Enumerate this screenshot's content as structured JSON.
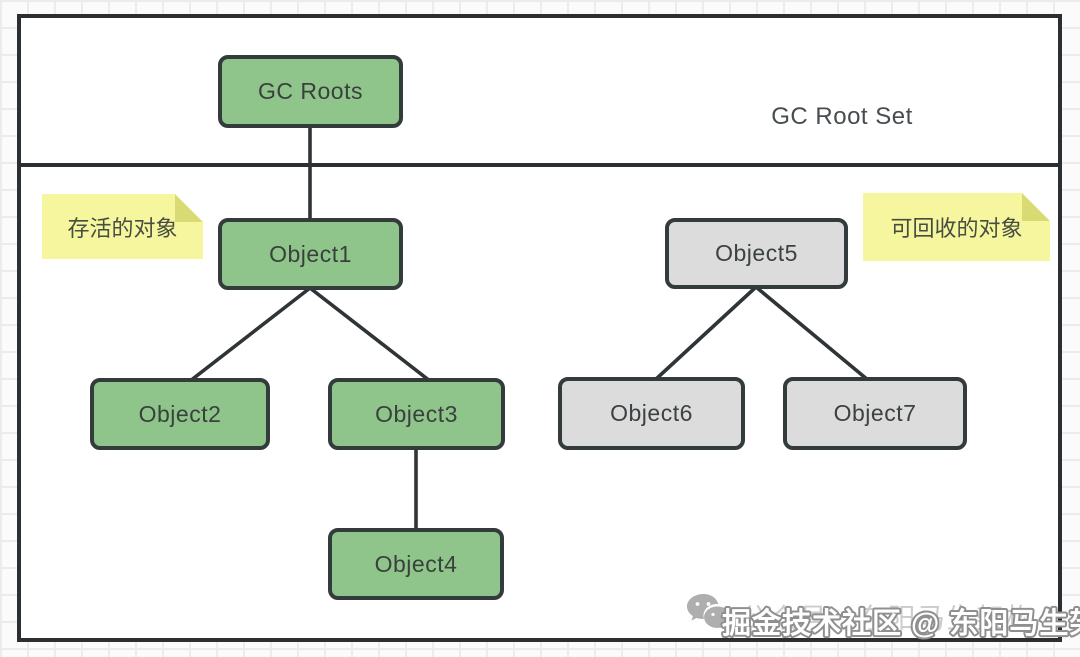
{
  "diagram": {
    "root_set_label": "GC Root Set",
    "nodes": {
      "gc_roots": {
        "label": "GC Roots",
        "status": "live"
      },
      "object1": {
        "label": "Object1",
        "status": "live"
      },
      "object2": {
        "label": "Object2",
        "status": "live"
      },
      "object3": {
        "label": "Object3",
        "status": "live"
      },
      "object4": {
        "label": "Object4",
        "status": "live"
      },
      "object5": {
        "label": "Object5",
        "status": "collectable"
      },
      "object6": {
        "label": "Object6",
        "status": "collectable"
      },
      "object7": {
        "label": "Object7",
        "status": "collectable"
      }
    },
    "edges": [
      "gc_roots-object1",
      "object1-object2",
      "object1-object3",
      "object3-object4",
      "object5-object6",
      "object5-object7"
    ],
    "notes": {
      "live": {
        "text": "存活的对象"
      },
      "collectable": {
        "text": "可回收的对象"
      }
    }
  },
  "watermark": {
    "wechat_text": "公众号：东阳马生架构",
    "juejin_text": "掘金技术社区 @ 东阳马生架构",
    "icon": "wechat-logo"
  },
  "colors": {
    "live_fill": "#8fc58a",
    "collectable_fill": "#dcdcdc",
    "note_fill": "#f5f69d",
    "note_fold": "#d8db74",
    "line": "#2f3436",
    "frame": "#2b2f31",
    "watermark_gray": "#cdcdcd"
  }
}
